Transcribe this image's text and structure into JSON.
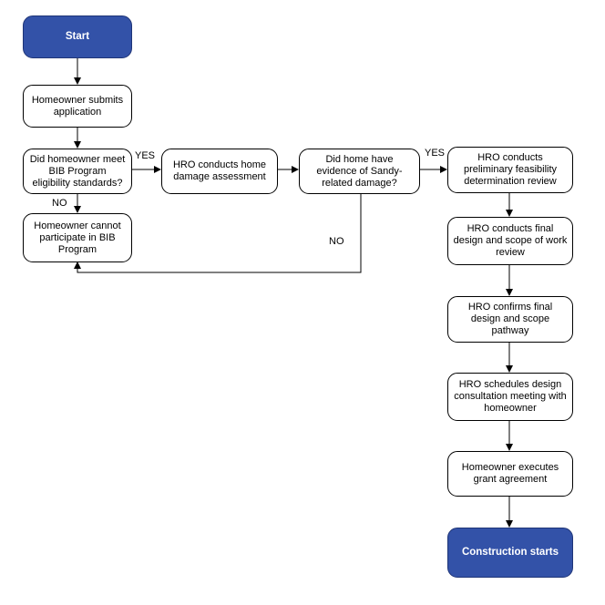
{
  "colors": {
    "terminal_fill": "#3352a8",
    "terminal_text": "#ffffff",
    "stroke": "#000000"
  },
  "nodes": {
    "start": "Start",
    "submit": "Homeowner submits\napplication",
    "eligibility": "Did homeowner meet\nBIB Program\neligibility standards?",
    "cannot": "Homeowner cannot\nparticipate in BIB\nProgram",
    "assessment": "HRO conducts home\ndamage assessment",
    "sandy": "Did home have\nevidence of Sandy-\nrelated damage?",
    "feasibility": "HRO conducts\npreliminary feasibility\ndetermination review",
    "final_design": "HRO conducts final\ndesign and scope of work\nreview",
    "confirms": "HRO confirms final\ndesign and scope\npathway",
    "schedules": "HRO schedules design\nconsultation meeting with\nhomeowner",
    "grant": "Homeowner executes\ngrant agreement",
    "construction": "Construction starts"
  },
  "edge_labels": {
    "yes1": "YES",
    "no1": "NO",
    "yes2": "YES",
    "no2": "NO"
  }
}
